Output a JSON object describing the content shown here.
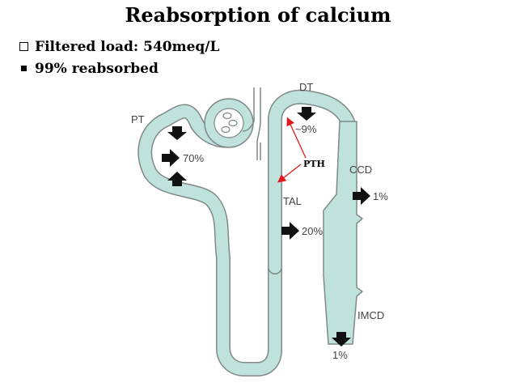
{
  "title": "Reabsorption of calcium",
  "bullets": [
    {
      "marker": "checkbox",
      "text": "Filtered load: 540meq/L"
    },
    {
      "marker": "square",
      "text": "99% reabsorbed"
    }
  ],
  "diagram": {
    "labels": {
      "pt": "PT",
      "dt": "DT",
      "ccd": "CCD",
      "tal": "TAL",
      "imcd": "IMCD",
      "pth": "PTH"
    },
    "values": {
      "pt_reabsorption": "70%",
      "dt_reabsorption": "~9%",
      "tal_reabsorption": "20%",
      "ccd_reabsorption": "1%",
      "excreted": "1%"
    },
    "colors": {
      "tubule_fill": "#bfe2dc",
      "tubule_outline": "#7f8a88",
      "arrow": "#111111",
      "pth_arrow": "#e0191f"
    }
  }
}
